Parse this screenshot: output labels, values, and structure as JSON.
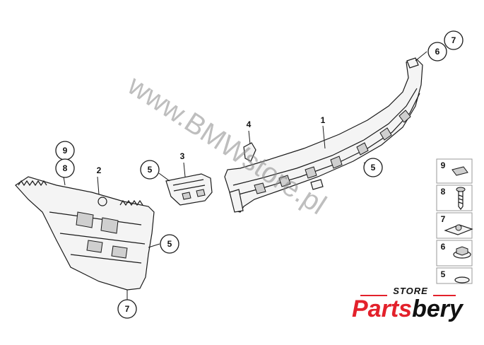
{
  "watermark": "www.BMWstore.pl",
  "callouts": {
    "c1": "1",
    "c2": "2",
    "c3": "3",
    "c4": "4",
    "c5a": "5",
    "c5b": "5",
    "c5c": "5",
    "c6": "6",
    "c7a": "7",
    "c7b": "7",
    "c8": "8",
    "c9": "9"
  },
  "legend": {
    "items": [
      "9",
      "8",
      "7",
      "6",
      "5"
    ]
  },
  "logo": {
    "store": "STORE",
    "brand_part1": "Parts",
    "brand_part2": "bery"
  }
}
